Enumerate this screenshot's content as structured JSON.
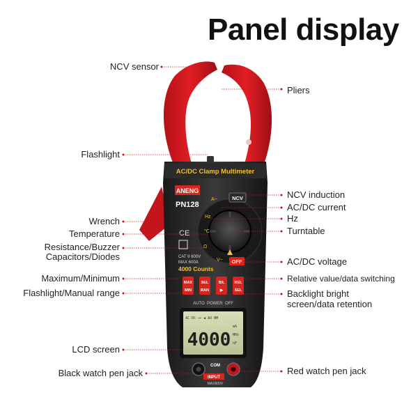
{
  "title": "Panel display",
  "left_labels": [
    {
      "id": "ncv-sensor",
      "text": "NCV sensor"
    },
    {
      "id": "flashlight",
      "text": "Flashlight"
    },
    {
      "id": "wrench",
      "text": "Wrench"
    },
    {
      "id": "temperature",
      "text": "Temperature"
    },
    {
      "id": "resistance",
      "text": "Resistance/Buzzer"
    },
    {
      "id": "capacitors",
      "text": "Capacitors/Diodes"
    },
    {
      "id": "max-min",
      "text": "Maximum/Minimum"
    },
    {
      "id": "flash-range",
      "text": "Flashlight/Manual range"
    },
    {
      "id": "lcd-screen",
      "text": "LCD screen"
    },
    {
      "id": "black-jack",
      "text": "Black watch pen jack"
    }
  ],
  "right_labels": [
    {
      "id": "pliers",
      "text": "Pliers"
    },
    {
      "id": "ncv-induction",
      "text": "NCV induction"
    },
    {
      "id": "acdc-current",
      "text": "AC/DC current"
    },
    {
      "id": "hz",
      "text": "Hz"
    },
    {
      "id": "turntable",
      "text": "Turntable"
    },
    {
      "id": "acdc-voltage",
      "text": "AC/DC voltage"
    },
    {
      "id": "relative",
      "text": "Relative value/data switching"
    },
    {
      "id": "backlight1",
      "text": "Backlight bright"
    },
    {
      "id": "backlight2",
      "text": "screen/data retention"
    },
    {
      "id": "red-jack",
      "text": "Red watch pen jack"
    }
  ],
  "device": {
    "header": "AC/DC Clamp Multimeter",
    "brand": "ANENG",
    "model": "PN128",
    "cat": "CAT II 600V",
    "max": "MAX 600A",
    "counts": "4000 Counts",
    "ce": "CE",
    "ncv_btn": "NCV",
    "off_btn": "OFF",
    "buttons": [
      {
        "top": "MAX",
        "bottom": "MIN"
      },
      {
        "top": "SEL",
        "bottom": "RAN"
      },
      {
        "top": "B/L",
        "bottom": "▶"
      },
      {
        "top": "REL",
        "bottom": "SEL"
      }
    ],
    "mode_row": "AUTO  POWER  OFF",
    "lcd_digits": "4000",
    "com": "COM",
    "input": "INPUT",
    "max_input": "MAX600V"
  }
}
